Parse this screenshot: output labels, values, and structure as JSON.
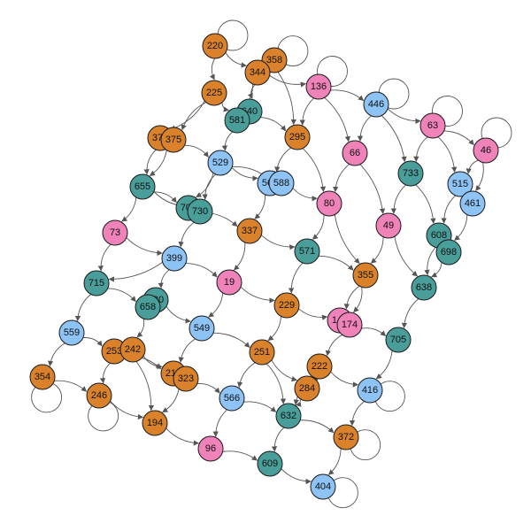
{
  "palette": {
    "orange": "#D9822B",
    "pink": "#EE82B9",
    "teal": "#4A9E9A",
    "blue": "#8EC3F5"
  },
  "diagram": {
    "type": "directed-graph",
    "nodes": [
      {
        "id": "220",
        "color": "orange",
        "self_loop": true
      },
      {
        "id": "358",
        "color": "orange",
        "self_loop": true
      },
      {
        "id": "344",
        "color": "orange",
        "self_loop": false
      },
      {
        "id": "136",
        "color": "pink",
        "self_loop": true
      },
      {
        "id": "446",
        "color": "blue",
        "self_loop": true
      },
      {
        "id": "225",
        "color": "orange",
        "self_loop": false
      },
      {
        "id": "640",
        "color": "teal",
        "self_loop": false
      },
      {
        "id": "581",
        "color": "teal",
        "self_loop": false
      },
      {
        "id": "63",
        "color": "pink",
        "self_loop": true
      },
      {
        "id": "46",
        "color": "pink",
        "self_loop": true
      },
      {
        "id": "374",
        "color": "orange",
        "self_loop": false
      },
      {
        "id": "375",
        "color": "orange",
        "self_loop": false
      },
      {
        "id": "295",
        "color": "orange",
        "self_loop": false
      },
      {
        "id": "66",
        "color": "pink",
        "self_loop": false
      },
      {
        "id": "529",
        "color": "blue",
        "self_loop": false
      },
      {
        "id": "733",
        "color": "teal",
        "self_loop": false
      },
      {
        "id": "515",
        "color": "blue",
        "self_loop": false
      },
      {
        "id": "655",
        "color": "teal",
        "self_loop": false
      },
      {
        "id": "568",
        "color": "blue",
        "self_loop": false
      },
      {
        "id": "588",
        "color": "blue",
        "self_loop": false
      },
      {
        "id": "461",
        "color": "blue",
        "self_loop": false
      },
      {
        "id": "702",
        "color": "teal",
        "self_loop": false
      },
      {
        "id": "730",
        "color": "teal",
        "self_loop": false
      },
      {
        "id": "80",
        "color": "pink",
        "self_loop": false
      },
      {
        "id": "73",
        "color": "pink",
        "self_loop": false
      },
      {
        "id": "337",
        "color": "orange",
        "self_loop": false
      },
      {
        "id": "49",
        "color": "pink",
        "self_loop": false
      },
      {
        "id": "608",
        "color": "teal",
        "self_loop": false
      },
      {
        "id": "698",
        "color": "teal",
        "self_loop": false
      },
      {
        "id": "571",
        "color": "teal",
        "self_loop": false
      },
      {
        "id": "399",
        "color": "blue",
        "self_loop": false
      },
      {
        "id": "355",
        "color": "orange",
        "self_loop": false
      },
      {
        "id": "715",
        "color": "teal",
        "self_loop": false
      },
      {
        "id": "19",
        "color": "pink",
        "self_loop": false
      },
      {
        "id": "638",
        "color": "teal",
        "self_loop": false
      },
      {
        "id": "620",
        "color": "teal",
        "self_loop": false
      },
      {
        "id": "658",
        "color": "teal",
        "self_loop": false
      },
      {
        "id": "229",
        "color": "orange",
        "self_loop": false
      },
      {
        "id": "143",
        "color": "pink",
        "self_loop": false
      },
      {
        "id": "174",
        "color": "pink",
        "self_loop": false
      },
      {
        "id": "559",
        "color": "blue",
        "self_loop": false
      },
      {
        "id": "549",
        "color": "blue",
        "self_loop": false
      },
      {
        "id": "705",
        "color": "teal",
        "self_loop": false
      },
      {
        "id": "253",
        "color": "orange",
        "self_loop": false
      },
      {
        "id": "242",
        "color": "orange",
        "self_loop": false
      },
      {
        "id": "251",
        "color": "orange",
        "self_loop": false
      },
      {
        "id": "222",
        "color": "orange",
        "self_loop": false
      },
      {
        "id": "354",
        "color": "orange",
        "self_loop": true
      },
      {
        "id": "213",
        "color": "orange",
        "self_loop": false
      },
      {
        "id": "323",
        "color": "orange",
        "self_loop": false
      },
      {
        "id": "284",
        "color": "orange",
        "self_loop": false
      },
      {
        "id": "416",
        "color": "blue",
        "self_loop": true
      },
      {
        "id": "246",
        "color": "orange",
        "self_loop": true
      },
      {
        "id": "566",
        "color": "blue",
        "self_loop": false
      },
      {
        "id": "632",
        "color": "teal",
        "self_loop": false
      },
      {
        "id": "194",
        "color": "orange",
        "self_loop": false
      },
      {
        "id": "372",
        "color": "orange",
        "self_loop": true
      },
      {
        "id": "96",
        "color": "pink",
        "self_loop": false
      },
      {
        "id": "609",
        "color": "teal",
        "self_loop": false
      },
      {
        "id": "404",
        "color": "blue",
        "self_loop": true
      }
    ],
    "edges": [
      [
        "220",
        "344"
      ],
      [
        "358",
        "344"
      ],
      [
        "344",
        "136"
      ],
      [
        "136",
        "446"
      ],
      [
        "446",
        "63"
      ],
      [
        "63",
        "46"
      ],
      [
        "220",
        "225"
      ],
      [
        "225",
        "374"
      ],
      [
        "225",
        "375"
      ],
      [
        "358",
        "295"
      ],
      [
        "344",
        "640"
      ],
      [
        "344",
        "581"
      ],
      [
        "136",
        "295"
      ],
      [
        "136",
        "66"
      ],
      [
        "446",
        "66"
      ],
      [
        "446",
        "733"
      ],
      [
        "63",
        "733"
      ],
      [
        "63",
        "515"
      ],
      [
        "46",
        "515"
      ],
      [
        "46",
        "461"
      ],
      [
        "225",
        "581"
      ],
      [
        "640",
        "295"
      ],
      [
        "581",
        "529"
      ],
      [
        "375",
        "529"
      ],
      [
        "374",
        "655"
      ],
      [
        "375",
        "655"
      ],
      [
        "529",
        "568"
      ],
      [
        "529",
        "588"
      ],
      [
        "295",
        "568"
      ],
      [
        "295",
        "80"
      ],
      [
        "66",
        "80"
      ],
      [
        "66",
        "49"
      ],
      [
        "733",
        "49"
      ],
      [
        "733",
        "608"
      ],
      [
        "515",
        "608"
      ],
      [
        "461",
        "698"
      ],
      [
        "515",
        "461"
      ],
      [
        "655",
        "702"
      ],
      [
        "655",
        "730"
      ],
      [
        "529",
        "702"
      ],
      [
        "529",
        "730"
      ],
      [
        "568",
        "337"
      ],
      [
        "588",
        "80"
      ],
      [
        "655",
        "73"
      ],
      [
        "73",
        "399"
      ],
      [
        "702",
        "337"
      ],
      [
        "730",
        "399"
      ],
      [
        "337",
        "19"
      ],
      [
        "337",
        "571"
      ],
      [
        "80",
        "571"
      ],
      [
        "80",
        "355"
      ],
      [
        "49",
        "355"
      ],
      [
        "49",
        "638"
      ],
      [
        "608",
        "698"
      ],
      [
        "608",
        "638"
      ],
      [
        "698",
        "638"
      ],
      [
        "73",
        "715"
      ],
      [
        "399",
        "715"
      ],
      [
        "399",
        "620"
      ],
      [
        "399",
        "19"
      ],
      [
        "571",
        "229"
      ],
      [
        "571",
        "355"
      ],
      [
        "355",
        "143"
      ],
      [
        "355",
        "174"
      ],
      [
        "638",
        "705"
      ],
      [
        "715",
        "658"
      ],
      [
        "715",
        "559"
      ],
      [
        "620",
        "658"
      ],
      [
        "620",
        "549"
      ],
      [
        "19",
        "549"
      ],
      [
        "19",
        "229"
      ],
      [
        "229",
        "251"
      ],
      [
        "229",
        "143"
      ],
      [
        "174",
        "705"
      ],
      [
        "174",
        "222"
      ],
      [
        "559",
        "253"
      ],
      [
        "559",
        "354"
      ],
      [
        "658",
        "242"
      ],
      [
        "549",
        "213"
      ],
      [
        "549",
        "251"
      ],
      [
        "251",
        "284"
      ],
      [
        "222",
        "284"
      ],
      [
        "222",
        "416"
      ],
      [
        "705",
        "416"
      ],
      [
        "253",
        "246"
      ],
      [
        "354",
        "246"
      ],
      [
        "242",
        "213"
      ],
      [
        "242",
        "194"
      ],
      [
        "213",
        "323"
      ],
      [
        "323",
        "566"
      ],
      [
        "251",
        "566"
      ],
      [
        "284",
        "632"
      ],
      [
        "416",
        "372"
      ],
      [
        "253",
        "242"
      ],
      [
        "246",
        "194"
      ],
      [
        "323",
        "194"
      ],
      [
        "566",
        "96"
      ],
      [
        "566",
        "632"
      ],
      [
        "632",
        "609"
      ],
      [
        "632",
        "372"
      ],
      [
        "194",
        "96"
      ],
      [
        "96",
        "609"
      ],
      [
        "609",
        "404"
      ],
      [
        "372",
        "404"
      ],
      [
        "143",
        "174"
      ],
      [
        "568",
        "588"
      ],
      [
        "702",
        "730"
      ],
      [
        "640",
        "581"
      ],
      [
        "374",
        "375"
      ],
      [
        "253",
        "213"
      ],
      [
        "222",
        "632"
      ],
      [
        "251",
        "632"
      ]
    ]
  }
}
